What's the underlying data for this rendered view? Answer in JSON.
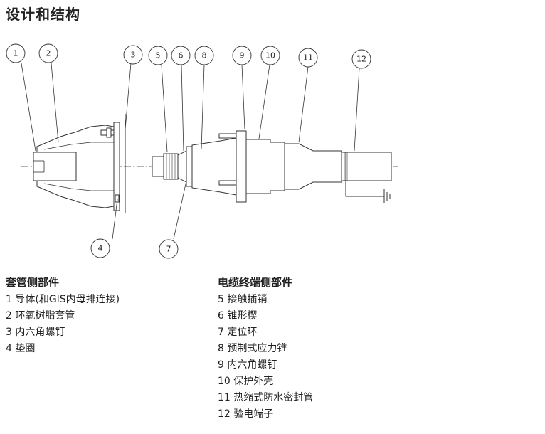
{
  "title": "设计和结构",
  "callouts": [
    "1",
    "2",
    "3",
    "4",
    "5",
    "6",
    "7",
    "8",
    "9",
    "10",
    "11",
    "12"
  ],
  "legend": {
    "bushing": {
      "title": "套管侧部件",
      "items": [
        "1 导体(和GIS内母排连接)",
        "2 环氧树脂套管",
        "3 内六角螺钉",
        "4 垫圈"
      ]
    },
    "cable": {
      "title": "电缆终端侧部件",
      "items": [
        "5 接触插销",
        "6 锥形楔",
        "7 定位环",
        "8 预制式应力锥",
        "9 内六角螺钉",
        "10 保护外壳",
        "11 热缩式防水密封管",
        "12 验电端子"
      ]
    }
  },
  "colors": {
    "line": "#333333",
    "fill": "#ffffff",
    "text": "#222222"
  }
}
